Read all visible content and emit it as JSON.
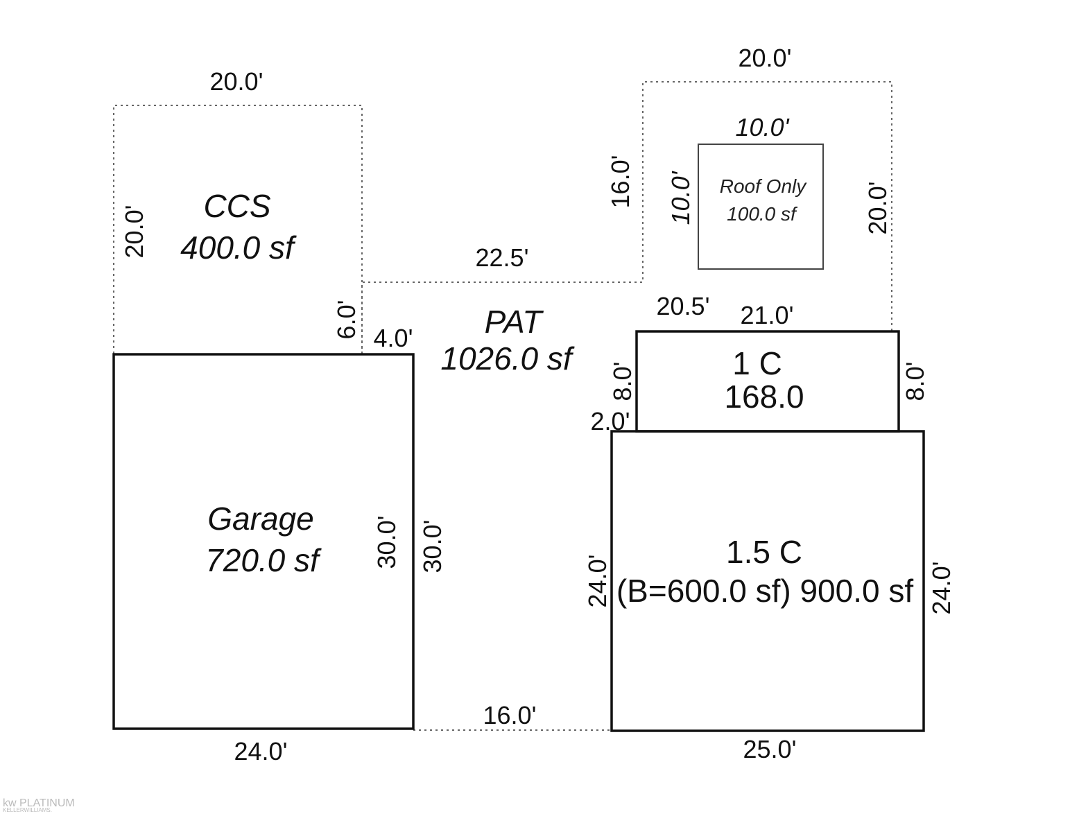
{
  "areas": {
    "ccs": {
      "name": "CCS",
      "area": "400.0 sf"
    },
    "pat": {
      "name": "PAT",
      "area": "1026.0 sf"
    },
    "garage": {
      "name": "Garage",
      "area": "720.0 sf"
    },
    "roof_only": {
      "name": "Roof Only",
      "area": "100.0 sf"
    },
    "one_c": {
      "name": "1 C",
      "area": "168.0"
    },
    "one_half_c": {
      "name": "1.5 C",
      "area": "(B=600.0 sf) 900.0 sf"
    }
  },
  "dimensions": {
    "ccs_top": "20.0'",
    "ccs_left": "20.0'",
    "ccs_right_lower": "6.0'",
    "pat_top": "22.5'",
    "pat_step": "4.0'",
    "pat_bottom": "16.0'",
    "upper_top": "20.0'",
    "upper_left": "16.0'",
    "upper_right": "20.0'",
    "roof_top": "10.0'",
    "roof_left": "10.0'",
    "upper_bottom": "20.5'",
    "one_c_top": "21.0'",
    "one_c_left": "8.0'",
    "one_c_right": "8.0'",
    "one_c_offset": "2.0'",
    "garage_right_inner": "30.0'",
    "garage_right_outer": "30.0'",
    "garage_bottom": "24.0'",
    "one_half_c_left": "24.0'",
    "one_half_c_right": "24.0'",
    "one_half_c_bottom": "25.0'"
  },
  "logo": {
    "brand": "kw PLATINUM",
    "sub": "KELLERWILLIAMS."
  }
}
